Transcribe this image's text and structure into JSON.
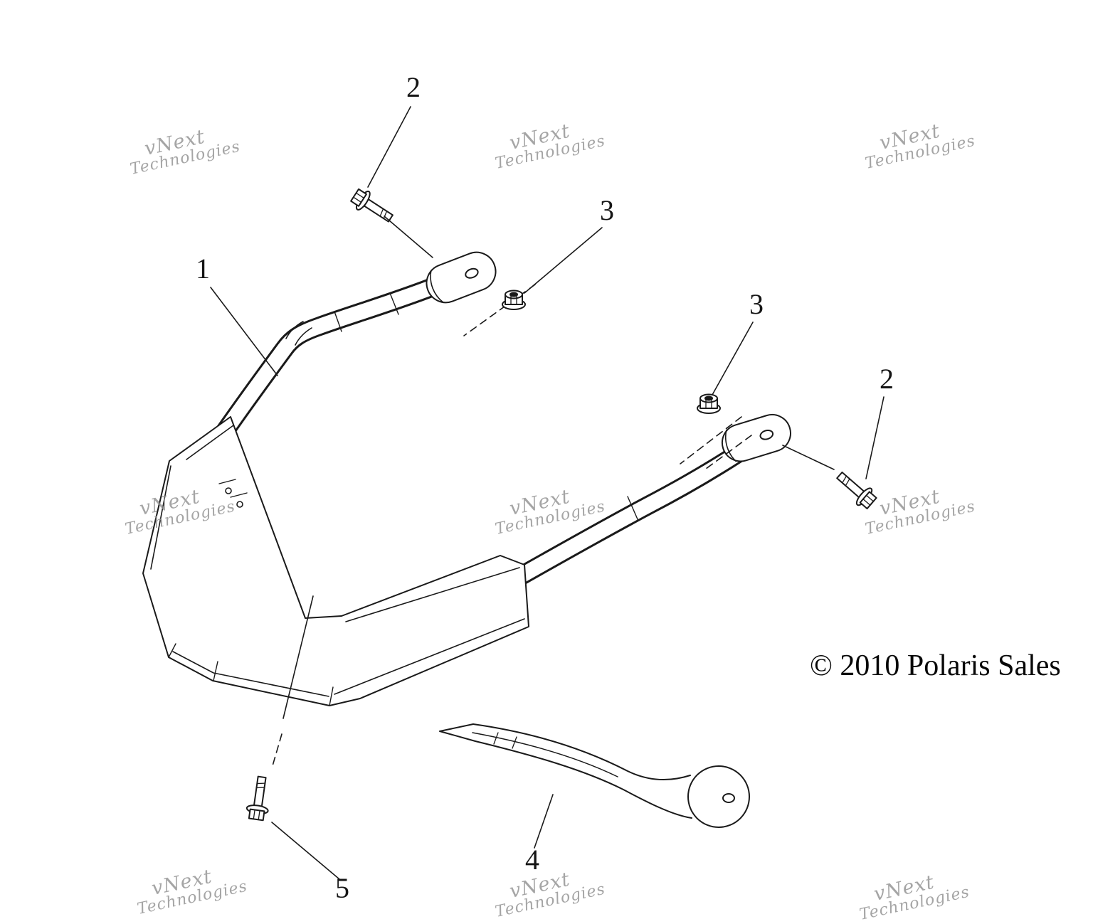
{
  "page": {
    "background": "#ffffff",
    "width": "1536",
    "height": "1280"
  },
  "diagram": {
    "copyright": "© 2010 Polaris Sales",
    "watermark": {
      "line1": "vNext",
      "line2": "Technologies"
    },
    "colors": {
      "line": "#1a1a1a",
      "watermark": "#8f8f8f",
      "background": "#ffffff"
    },
    "callouts": [
      {
        "ref": "1"
      },
      {
        "ref": "2"
      },
      {
        "ref": "3"
      },
      {
        "ref": "3"
      },
      {
        "ref": "2"
      },
      {
        "ref": "4"
      },
      {
        "ref": "5"
      }
    ]
  }
}
